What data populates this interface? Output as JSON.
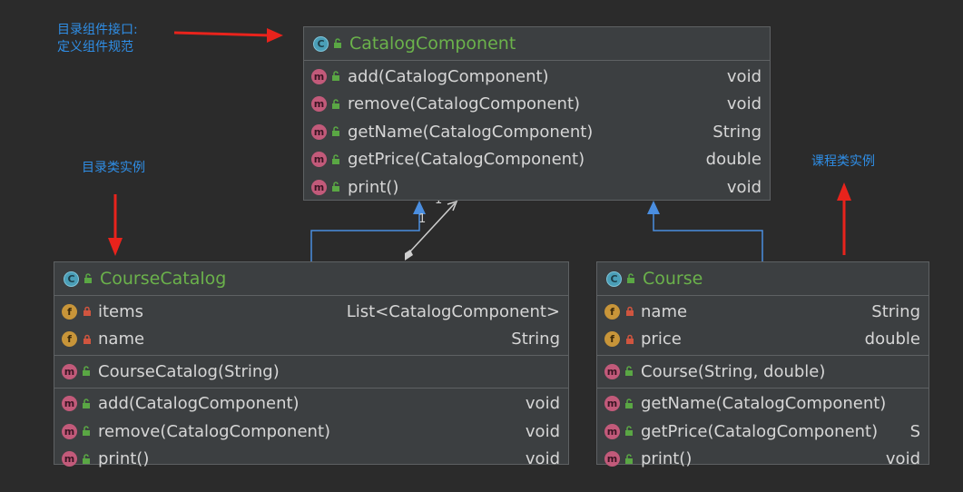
{
  "annotations": {
    "interface_line1": "目录组件接口:",
    "interface_line2": "定义组件规范",
    "catalog_instance": "目录类实例",
    "course_instance": "课程类实例"
  },
  "colors": {
    "annotation": "#2f8ee6",
    "arrow": "#e8231c",
    "class_name": "#6bb24b",
    "inheritance": "#4a8ee0"
  },
  "catalog_component": {
    "name": "CatalogComponent",
    "badge": "C",
    "methods": [
      {
        "badge": "m",
        "signature": "add(CatalogComponent)",
        "type": "void"
      },
      {
        "badge": "m",
        "signature": "remove(CatalogComponent)",
        "type": "void"
      },
      {
        "badge": "m",
        "signature": "getName(CatalogComponent)",
        "type": "String"
      },
      {
        "badge": "m",
        "signature": "getPrice(CatalogComponent)",
        "type": "double"
      },
      {
        "badge": "m",
        "signature": "print()",
        "type": "void"
      }
    ]
  },
  "course_catalog": {
    "name": "CourseCatalog",
    "badge": "C",
    "fields": [
      {
        "badge": "f",
        "signature": "items",
        "type": "List<CatalogComponent>"
      },
      {
        "badge": "f",
        "signature": "name",
        "type": "String"
      }
    ],
    "constructors": [
      {
        "badge": "m",
        "signature": "CourseCatalog(String)",
        "type": ""
      }
    ],
    "methods": [
      {
        "badge": "m",
        "signature": "add(CatalogComponent)",
        "type": "void"
      },
      {
        "badge": "m",
        "signature": "remove(CatalogComponent)",
        "type": "void"
      },
      {
        "badge": "m",
        "signature": "print()",
        "type": "void"
      }
    ]
  },
  "course": {
    "name": "Course",
    "badge": "C",
    "fields": [
      {
        "badge": "f",
        "signature": "name",
        "type": "String"
      },
      {
        "badge": "f",
        "signature": "price",
        "type": "double"
      }
    ],
    "constructors": [
      {
        "badge": "m",
        "signature": "Course(String, double)",
        "type": ""
      }
    ],
    "methods": [
      {
        "badge": "m",
        "signature": "getName(CatalogComponent)",
        "type": ""
      },
      {
        "badge": "m",
        "signature": "getPrice(CatalogComponent)",
        "type": "S"
      },
      {
        "badge": "m",
        "signature": "print()",
        "type": "void"
      }
    ]
  },
  "relations": {
    "multiplicity_top": "1",
    "multiplicity_bottom": "1"
  }
}
